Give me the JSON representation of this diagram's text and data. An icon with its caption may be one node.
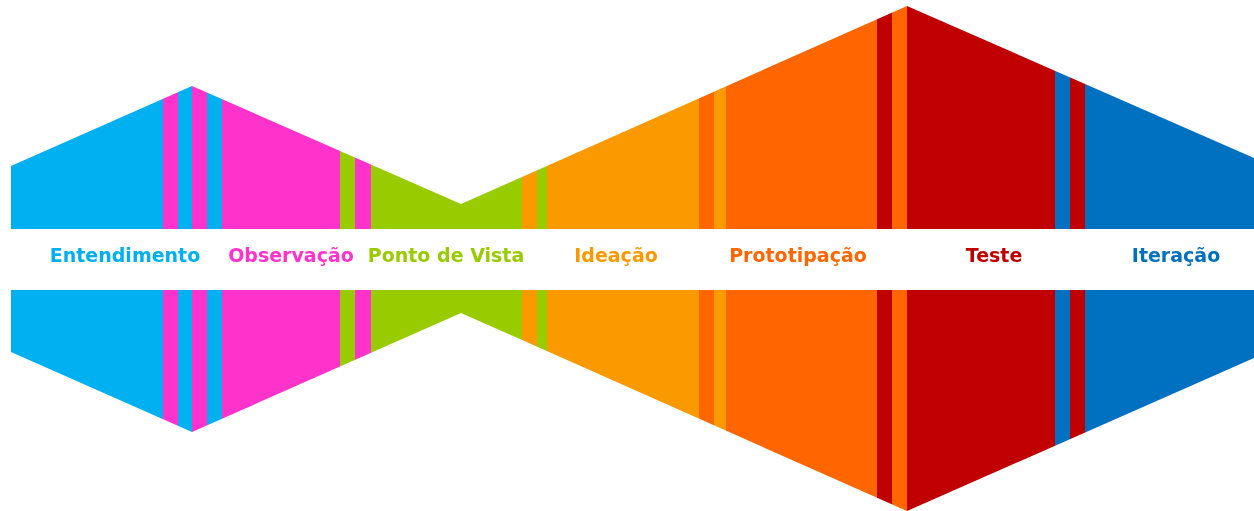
{
  "diagram": {
    "nodes": [
      {
        "text": [
          "Entendimento"
        ]
      },
      {
        "text": [
          "Observação"
        ]
      },
      {
        "text": [
          "Ponto de Vista"
        ]
      },
      {
        "text": [
          "Ideação"
        ]
      },
      {
        "text": [
          "Prototipação"
        ]
      },
      {
        "text": [
          "Teste"
        ]
      },
      {
        "text": [
          "Iteração"
        ]
      }
    ]
  }
}
